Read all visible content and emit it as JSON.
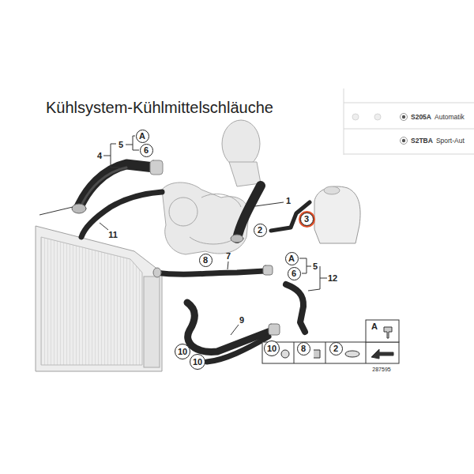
{
  "diagram": {
    "title": "Kühlsystem-Kühlmittelschläuche",
    "nodes": [
      {
        "text": [
          "A"
        ]
      },
      {
        "text": [
          "6"
        ]
      },
      {
        "text": [
          "2"
        ]
      },
      {
        "text": [
          "3"
        ]
      },
      {
        "text": [
          "8"
        ]
      },
      {
        "text": [
          "A"
        ]
      },
      {
        "text": [
          "6"
        ]
      },
      {
        "text": [
          "10"
        ]
      },
      {
        "text": [
          "10"
        ]
      },
      {
        "text": [
          "10"
        ]
      },
      {
        "text": [
          "8"
        ]
      },
      {
        "text": [
          "2"
        ]
      }
    ],
    "labels": [
      "S205A",
      "Automatik",
      "S2TBA",
      "Sport-Aut",
      "5",
      "4",
      "11",
      "1",
      "7",
      "5",
      "12",
      "9",
      "A",
      "287595"
    ]
  }
}
